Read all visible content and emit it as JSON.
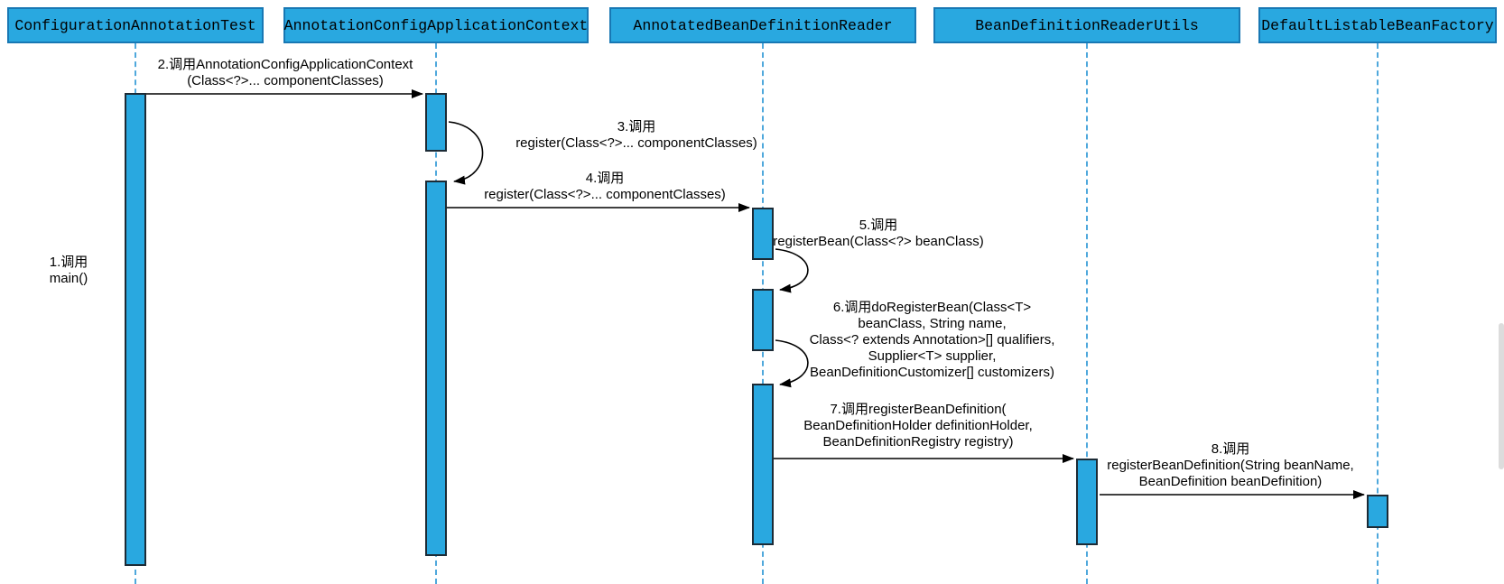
{
  "diagram": {
    "type": "uml-sequence-diagram",
    "participants": [
      {
        "name": "ConfigurationAnnotationTest"
      },
      {
        "name": "AnnotationConfigApplicationContext"
      },
      {
        "name": "AnnotatedBeanDefinitionReader"
      },
      {
        "name": "BeanDefinitionReaderUtils"
      },
      {
        "name": "DefaultListableBeanFactory"
      }
    ],
    "messages": {
      "m1": {
        "lines": [
          "1.调用",
          "main()"
        ]
      },
      "m2": {
        "lines": [
          "2.调用AnnotationConfigApplicationContext",
          "(Class<?>... componentClasses)"
        ]
      },
      "m3": {
        "lines": [
          "3.调用",
          "register(Class<?>... componentClasses)"
        ]
      },
      "m4": {
        "lines": [
          "4.调用",
          "register(Class<?>... componentClasses)"
        ]
      },
      "m5": {
        "lines": [
          "5.调用",
          "registerBean(Class<?> beanClass)"
        ]
      },
      "m6": {
        "lines": [
          "6.调用doRegisterBean(Class<T>",
          "beanClass, String name,",
          "Class<? extends Annotation>[] qualifiers,",
          "Supplier<T> supplier,",
          "BeanDefinitionCustomizer[] customizers)"
        ]
      },
      "m7": {
        "lines": [
          "7.调用registerBeanDefinition(",
          "BeanDefinitionHolder definitionHolder,",
          "BeanDefinitionRegistry registry)"
        ]
      },
      "m8": {
        "lines": [
          "8.调用",
          "registerBeanDefinition(String beanName,",
          "BeanDefinition beanDefinition)"
        ]
      }
    },
    "colors": {
      "participant_fill": "#29A8E0",
      "participant_border": "#1878B4",
      "activation_fill": "#29A8E0",
      "activation_border": "#1C2B36",
      "lifeline": "#4FA8DC",
      "arrow": "#000000",
      "text": "#000000",
      "scrollbar_thumb": "#DCDCDC"
    }
  }
}
